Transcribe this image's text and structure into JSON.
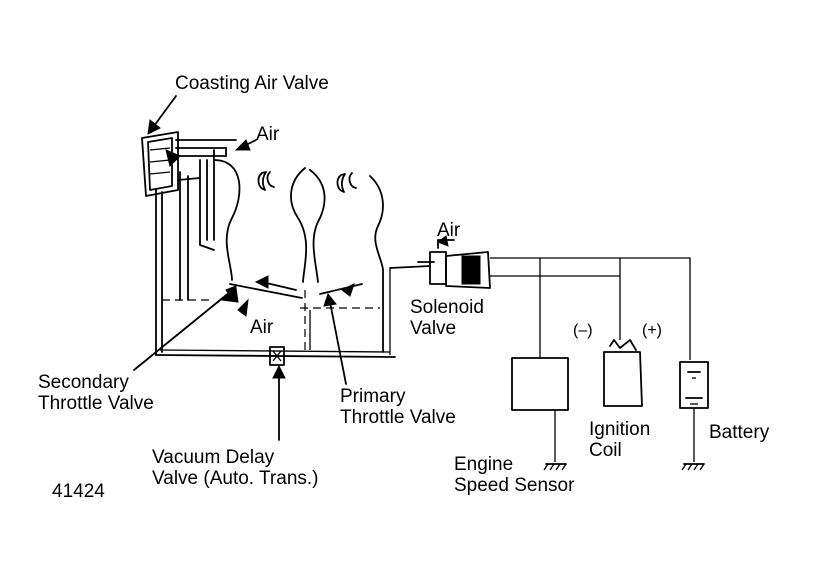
{
  "labels": {
    "coasting_air_valve": "Coasting Air Valve",
    "air_top": "Air",
    "air_solenoid": "Air",
    "air_mid": "Air",
    "solenoid_valve_1": "Solenoid",
    "solenoid_valve_2": "Valve",
    "secondary_throttle_1": "Secondary",
    "secondary_throttle_2": "Throttle Valve",
    "primary_throttle_1": "Primary",
    "primary_throttle_2": "Throttle Valve",
    "vacuum_delay_1": "Vacuum Delay",
    "vacuum_delay_2": "Valve (Auto. Trans.)",
    "ignition_coil_1": "Ignition",
    "ignition_coil_2": "Coil",
    "battery": "Battery",
    "engine_speed_1": "Engine",
    "engine_speed_2": "Speed Sensor",
    "coil_minus": "(–)",
    "coil_plus": "(+)",
    "figure_number": "41424"
  }
}
